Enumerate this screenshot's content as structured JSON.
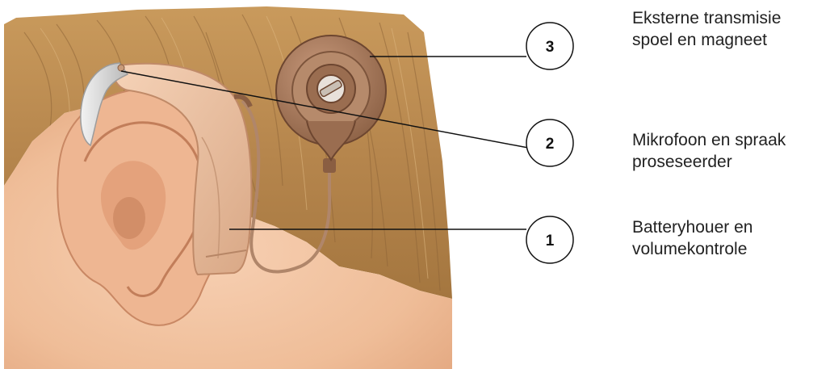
{
  "callouts": [
    {
      "number": "3",
      "line1": "Eksterne transmisie",
      "line2": "spoel en magneet"
    },
    {
      "number": "2",
      "line1": "Mikrofoon en spraak",
      "line2": "proseseerder"
    },
    {
      "number": "1",
      "line1": "Batteryhouer en",
      "line2": "volumekontrole"
    }
  ],
  "colors": {
    "hair": "#b98a4e",
    "skin": "#f2c29f",
    "processor": "#edc3a4",
    "coil": "#a77a5a",
    "earhook": "#dadada",
    "leader_line": "#111111"
  },
  "icons": [
    "ear-illustration",
    "speech-processor-illustration",
    "transmitter-coil-illustration",
    "cable-illustration"
  ]
}
